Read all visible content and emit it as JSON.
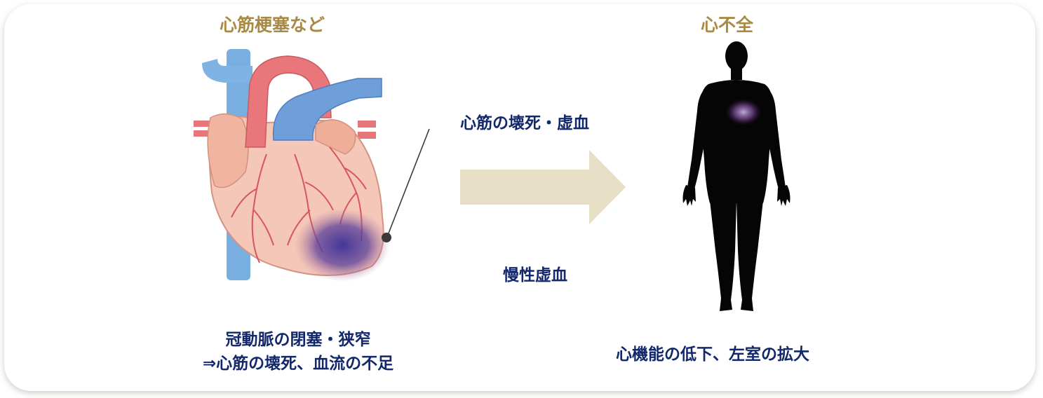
{
  "left": {
    "title": "心筋梗塞など",
    "caption_line1": "冠動脈の閉塞・狭窄",
    "caption_line2": "⇒心筋の壊死、血流の不足"
  },
  "arrow": {
    "top_label": "心筋の壊死・虚血",
    "bottom_label": "慢性虚血"
  },
  "right": {
    "title": "心不全",
    "caption": "心機能の低下、左室の拡大"
  },
  "colors": {
    "title_gold": "#a88a45",
    "text_navy": "#13286b",
    "arrow_fill": "#e6dfc6",
    "lesion": "#4a3fa0"
  }
}
